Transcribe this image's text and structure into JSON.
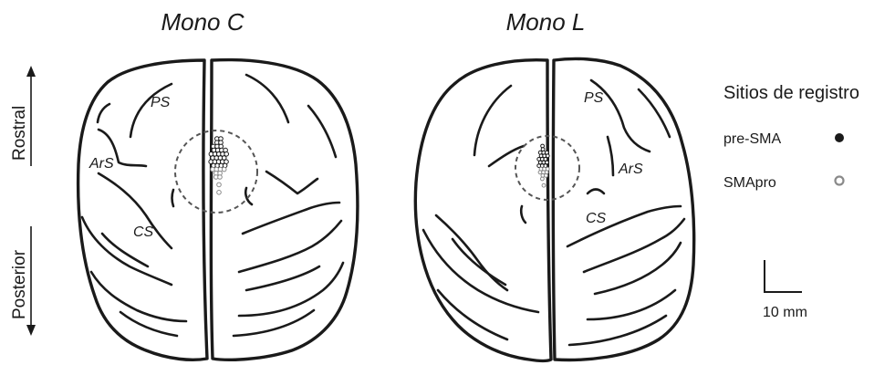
{
  "titles": {
    "left": "Mono C",
    "right": "Mono L"
  },
  "axis": {
    "rostral": "Rostral",
    "posterior": "Posterior"
  },
  "labels": {
    "ps": "PS",
    "ars": "ArS",
    "cs": "CS"
  },
  "legend": {
    "title": "Sitios de registro",
    "items": [
      {
        "label": "pre-SMA",
        "color": "#1a1a1a",
        "style": "filled"
      },
      {
        "label": "SMApro",
        "color": "#8a8a8a",
        "style": "open"
      }
    ]
  },
  "scale_bar": {
    "label": "10 mm"
  }
}
